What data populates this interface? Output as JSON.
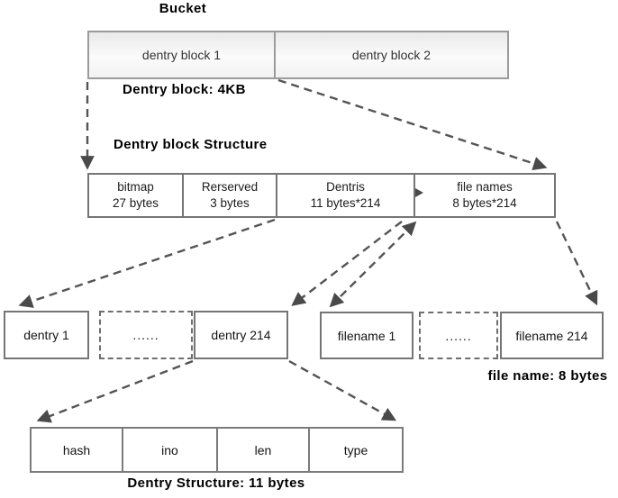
{
  "title": "Bucket",
  "labels": {
    "dentry_block_size": "Dentry block: 4KB",
    "structure_title": "Dentry block Structure",
    "file_name_size": "file name: 8 bytes",
    "dentry_structure_size": "Dentry Structure: 11 bytes"
  },
  "bucket_row": {
    "cells": [
      {
        "label": "dentry block 1"
      },
      {
        "label": "dentry block 2"
      }
    ]
  },
  "structure_row": {
    "cells": [
      {
        "line1": "bitmap",
        "line2": "27 bytes"
      },
      {
        "line1": "Rerserved",
        "line2": "3 bytes"
      },
      {
        "line1": "Dentris",
        "line2": "11 bytes*214"
      },
      {
        "line1": "file names",
        "line2": "8 bytes*214"
      }
    ]
  },
  "dentry_row": {
    "cells": [
      {
        "label": "dentry 1"
      },
      {
        "label": "......"
      },
      {
        "label": "dentry 214"
      }
    ]
  },
  "filename_row": {
    "cells": [
      {
        "label": "filename 1"
      },
      {
        "label": "......"
      },
      {
        "label": "filename 214"
      }
    ]
  },
  "dentry_struct_row": {
    "cells": [
      {
        "label": "hash"
      },
      {
        "label": "ino"
      },
      {
        "label": "len"
      },
      {
        "label": "type"
      }
    ]
  },
  "colors": {
    "box_border": "#757575",
    "arrow": "#545454",
    "bucket_fill_top": "#e9e9e9"
  }
}
